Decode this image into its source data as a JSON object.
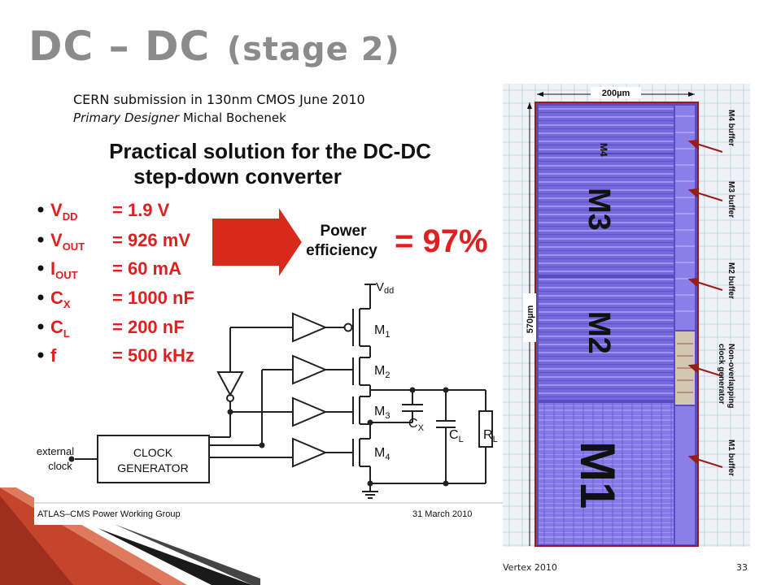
{
  "slide": {
    "title_main": "DC – DC",
    "title_sub": "(stage 2)",
    "submission": "CERN  submission  in 130nm  CMOS June 2010",
    "designer_role": "Primary Designer",
    "designer_name": "Michal Bochenek",
    "footer_left": "Vertex 2010",
    "page_number": "33"
  },
  "figure": {
    "heading_line1": "Practical solution for the DC-DC",
    "heading_line2": "step-down converter",
    "specs": [
      {
        "sym": "V",
        "sub": "DD",
        "value": "= 1.9 V"
      },
      {
        "sym": "V",
        "sub": "OUT",
        "value": "= 926 mV"
      },
      {
        "sym": "I",
        "sub": "OUT",
        "value": "= 60 mA"
      },
      {
        "sym": "C",
        "sub": "X",
        "value": "= 1000 nF"
      },
      {
        "sym": "C",
        "sub": "L",
        "value": "= 200 nF"
      },
      {
        "sym": "f",
        "sub": "",
        "value": "= 500 kHz"
      }
    ],
    "power_line1": "Power",
    "power_line2": "efficiency",
    "efficiency_value": "= 97%",
    "vdd_base": "V",
    "vdd_sub": "dd",
    "m1": "M",
    "m1_sub": "1",
    "m2": "M",
    "m2_sub": "2",
    "m3": "M",
    "m3_sub": "3",
    "m4": "M",
    "m4_sub": "4",
    "cx": "C",
    "cx_sub": "X",
    "cl": "C",
    "cl_sub": "L",
    "rl": "R",
    "rl_sub": "L",
    "external_line1": "external",
    "external_line2": "clock",
    "clockgen_line1": "CLOCK",
    "clockgen_line2": "GENERATOR",
    "footer_group": "ATLAS–CMS Power Working Group",
    "footer_date": "31 March 2010"
  },
  "chip": {
    "width_label": "200µm",
    "height_label": "570µm",
    "block_m4": "M4",
    "block_m3": "M3",
    "block_m2": "M2",
    "block_m1": "M1",
    "ann_m4": "M4 buffer",
    "ann_m3": "M3 buffer",
    "ann_m2": "M2 buffer",
    "ann_clk1": "Non-overlapping",
    "ann_clk2": "clock generator",
    "ann_m1": "M1 buffer"
  },
  "colors": {
    "title_gray": "#8b8b8b",
    "spec_red": "#e02020",
    "arrow_red": "#d82a1a",
    "chip_purple": "#7b6fe0",
    "annotation_red": "#9b1b1b"
  }
}
